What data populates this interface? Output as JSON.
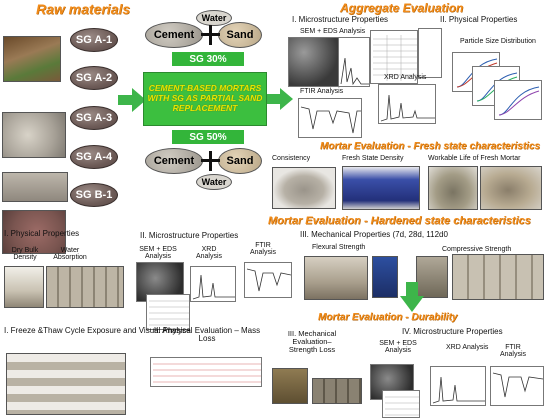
{
  "headers": {
    "raw_materials": "Raw materials",
    "aggregate_evaluation": "Aggregate Evaluation",
    "mortar_fresh": "Mortar Evaluation - Fresh state characteristics",
    "mortar_hardened": "Mortar Evaluation - Hardened state characteristics",
    "mortar_durability": "Mortar Evaluation - Durability"
  },
  "raw": {
    "samples": [
      "SG A-1",
      "SG A-2",
      "SG A-3",
      "SG A-4",
      "SG B-1"
    ],
    "water": "Water",
    "cement": "Cement",
    "sand": "Sand",
    "sg30": "SG 30%",
    "sg50": "SG 50%",
    "mortar_box": "CEMENT-BASED MORTARS WITH SG AS PARTIAL SAND REPLACEMENT"
  },
  "aggregate": {
    "micro_title": "I. Microstructure Properties",
    "sem_eds": "SEM + EDS Analysis",
    "xrd": "XRD Analysis",
    "ftir": "FTIR Analysis",
    "phys_title": "II. Physical Properties",
    "psd": "Particle Size Distribution"
  },
  "fresh": {
    "consistency": "Consistency",
    "density": "Fresh State Density",
    "workable": "Workable Life of Fresh Mortar"
  },
  "hardened": {
    "phys_title": "I. Physical Properties",
    "dry_bulk": "Dry Bulk Density",
    "water_abs": "Water Absorption",
    "micro_title": "II. Microstructure Properties",
    "sem_eds": "SEM + EDS Analysis",
    "xrd": "XRD Analysis",
    "ftir": "FTIR Analysis",
    "mech_title": "III. Mechanical Properties (7d, 28d, 112d0",
    "flexural": "Flexural  Strength",
    "compressive": "Compressive Strength"
  },
  "durability": {
    "freeze_title": "I. Freeze &Thaw Cycle Exposure and Visual Analyse",
    "phys_title": "II. Physical Evaluation – Mass Loss",
    "mech_title": "III. Mechanical Evaluation– Strength Loss",
    "micro_title": "IV. Microstructure Properties",
    "sem_eds": "SEM + EDS Analysis",
    "xrd": "XRD Analysis",
    "ftir": "FTIR Analysis"
  },
  "colors": {
    "header": "#f28c1a",
    "arrow": "#3db54a",
    "green_box": "#33b53a",
    "mortar_text": "#e6e600",
    "oval_fill": "#d9d6cf"
  }
}
